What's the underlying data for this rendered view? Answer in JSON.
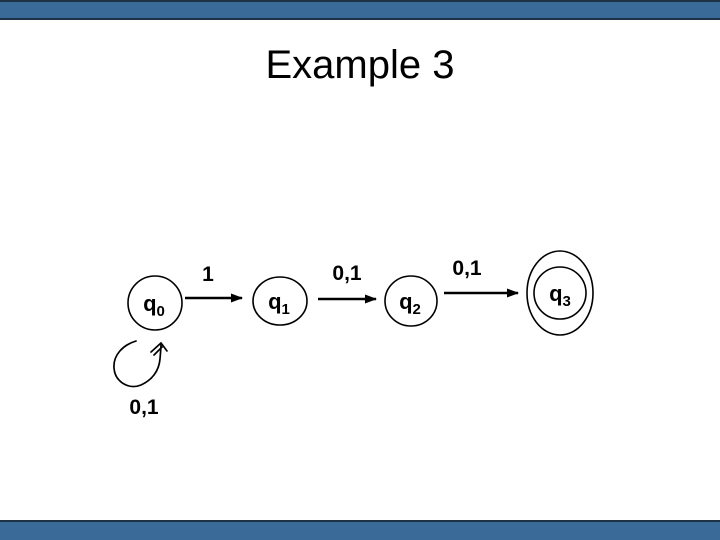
{
  "slide": {
    "title": "Example 3",
    "accent_color": "#3a6a97",
    "bar_border_color": "#1c3144",
    "background_color": "#ffffff",
    "ink_color": "#000000"
  },
  "diagram": {
    "type": "finite-automaton-state-diagram",
    "states": [
      {
        "base": "q",
        "sub": "0",
        "name": "q0",
        "accepting": false,
        "start": true
      },
      {
        "base": "q",
        "sub": "1",
        "name": "q1",
        "accepting": false,
        "start": false
      },
      {
        "base": "q",
        "sub": "2",
        "name": "q2",
        "accepting": false,
        "start": false
      },
      {
        "base": "q",
        "sub": "3",
        "name": "q3",
        "accepting": true,
        "start": false
      }
    ],
    "transitions": [
      {
        "from": "q0",
        "to": "q1",
        "label": "1",
        "kind": "straight"
      },
      {
        "from": "q1",
        "to": "q2",
        "label": "0,1",
        "kind": "straight"
      },
      {
        "from": "q2",
        "to": "q3",
        "label": "0,1",
        "kind": "straight"
      },
      {
        "from": "q0",
        "to": "q0",
        "label": "0,1",
        "kind": "self-loop"
      }
    ]
  }
}
